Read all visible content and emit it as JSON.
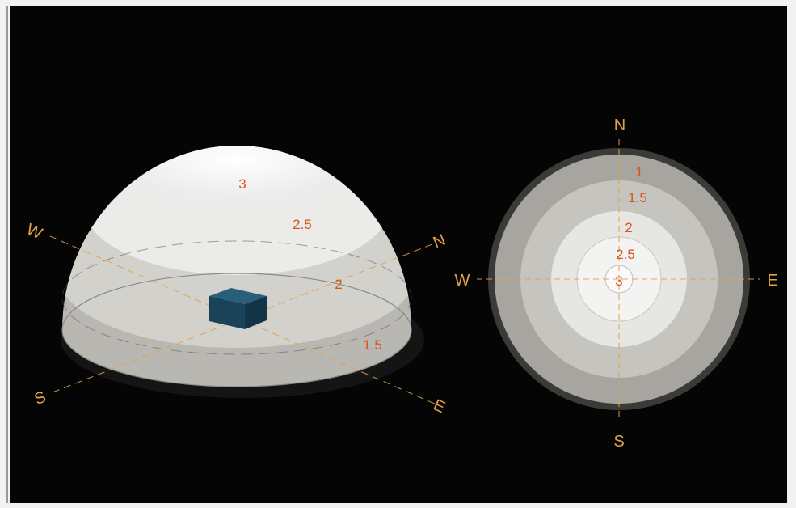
{
  "dome": {
    "bands": [
      {
        "label": "3"
      },
      {
        "label": "2.5"
      },
      {
        "label": "2"
      },
      {
        "label": "1.5"
      }
    ],
    "directions": {
      "w": "W",
      "n": "N",
      "s": "S",
      "e": "E"
    }
  },
  "plan": {
    "rings": [
      {
        "label": "1"
      },
      {
        "label": "1.5"
      },
      {
        "label": "2"
      },
      {
        "label": "2.5"
      },
      {
        "label": "3"
      }
    ],
    "directions": {
      "n": "N",
      "s": "S",
      "w": "W",
      "e": "E"
    }
  },
  "colors": {
    "background": "#050505",
    "label": "#d9531e",
    "compass": "#e1a24a",
    "box": "#1f4b63"
  }
}
